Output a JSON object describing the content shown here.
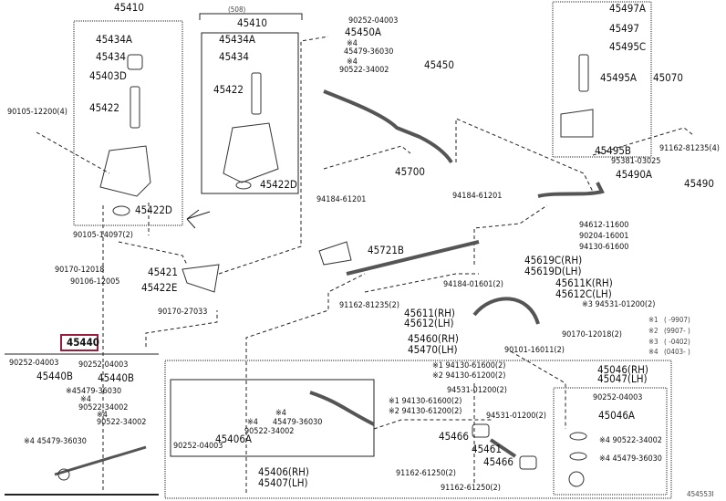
{
  "diagram_id": "454553I",
  "highlight_color": "#9b1b3a",
  "labels": {
    "p45410_a": "45410",
    "p508": "(508)",
    "p45410_b": "45410",
    "p45434A_a": "45434A",
    "p45434_a": "45434",
    "p45403D": "45403D",
    "p45422_a": "45422",
    "p90105_12200": "90105-12200(4)",
    "p45422D_a": "45422D",
    "p90105_14097": "90105-14097(2)",
    "p45434A_b": "45434A",
    "p45434_b": "45434",
    "p45422_b": "45422",
    "p45422D_b": "45422D",
    "p90252_04003_a": "90252-04003",
    "p45450A": "45450A",
    "n4_a": "※4",
    "p45479_36030_a": "45479-36030",
    "n4_b": "※4",
    "p90522_34002_a": "90522-34002",
    "p45450": "45450",
    "p45497A": "45497A",
    "p45497": "45497",
    "p45495C": "45495C",
    "p45495A": "45495A",
    "p45070": "45070",
    "p45495B": "45495B",
    "p91162_81235_4": "91162-81235(4)",
    "p95381_03025": "95381-03025",
    "p45490A": "45490A",
    "p45490": "45490",
    "p45700": "45700",
    "p94184_61201_a": "94184-61201",
    "p94184_61201_b": "94184-61201",
    "p45721B": "45721B",
    "p94612_11600": "94612-11600",
    "p90204_16001": "90204-16001",
    "p94130_61600": "94130-61600",
    "p90170_12018": "90170-12018",
    "p90106_12005": "90106-12005",
    "p45421": "45421",
    "p45422E": "45422E",
    "p90170_27033": "90170-27033",
    "p45440": "45440",
    "p90252_04003_b": "90252-04003",
    "p90252_04003_c": "90252-04003",
    "p45440B_a": "45440B",
    "p45440B_b": "45440B",
    "p45479_36030_b": "※45479-36030",
    "n4_c": "※4",
    "p90522_34002_b": "90522-34002",
    "n4_d": "※4",
    "p90522_34002_c": "90522-34002",
    "p45479_36030_c": "※4 45479-36030",
    "p45406A": "45406A",
    "n4_e": "※4",
    "p90522_34002_d": "90522-34002",
    "n4_f": "※4",
    "p45479_36030_d": "45479-36030",
    "p90252_04003_d": "90252-04003",
    "p45406": "45406(RH)",
    "p45407": "45407(LH)",
    "p45619C": "45619C(RH)",
    "p45619D": "45619D(LH)",
    "p94184_01601": "94184-01601(2)",
    "p45611K": "45611K(RH)",
    "p45612C": "45612C(LH)",
    "p94531_01200_a": "※3 94531-01200(2)",
    "p91162_81235_2": "91162-81235(2)",
    "p45611": "45611(RH)",
    "p45612": "45612(LH)",
    "p90170_12018_2": "90170-12018(2)",
    "p45460": "45460(RH)",
    "p45470": "45470(LH)",
    "p90101_16011": "90101-16011(2)",
    "p94130_61600_a": "※1 94130-61600(2)",
    "p94130_61200_a": "※2 94130-61200(2)",
    "p94531_01200_b": "94531-01200(2)",
    "p94130_61600_b": "※1 94130-61600(2)",
    "p94130_61200_b": "※2 94130-61200(2)",
    "p94531_01200_c": "94531-01200(2)",
    "p45466_a": "45466",
    "p45461": "45461",
    "p45466_b": "45466",
    "p91162_61250_a": "91162-61250(2)",
    "p91162_61250_b": "91162-61250(2)",
    "p45046": "45046(RH)",
    "p45047": "45047(LH)",
    "p90252_04003_e": "90252-04003",
    "p45046A": "45046A",
    "p90522_34002_e": "※4 90522-34002",
    "p45479_36030_e": "※4 45479-36030"
  },
  "legend": [
    {
      "mark": "※1",
      "range": "(      -9907)"
    },
    {
      "mark": "※2",
      "range": "(9907-      )"
    },
    {
      "mark": "※3",
      "range": "(      -0402)"
    },
    {
      "mark": "※4",
      "range": "(0403-      )"
    }
  ]
}
